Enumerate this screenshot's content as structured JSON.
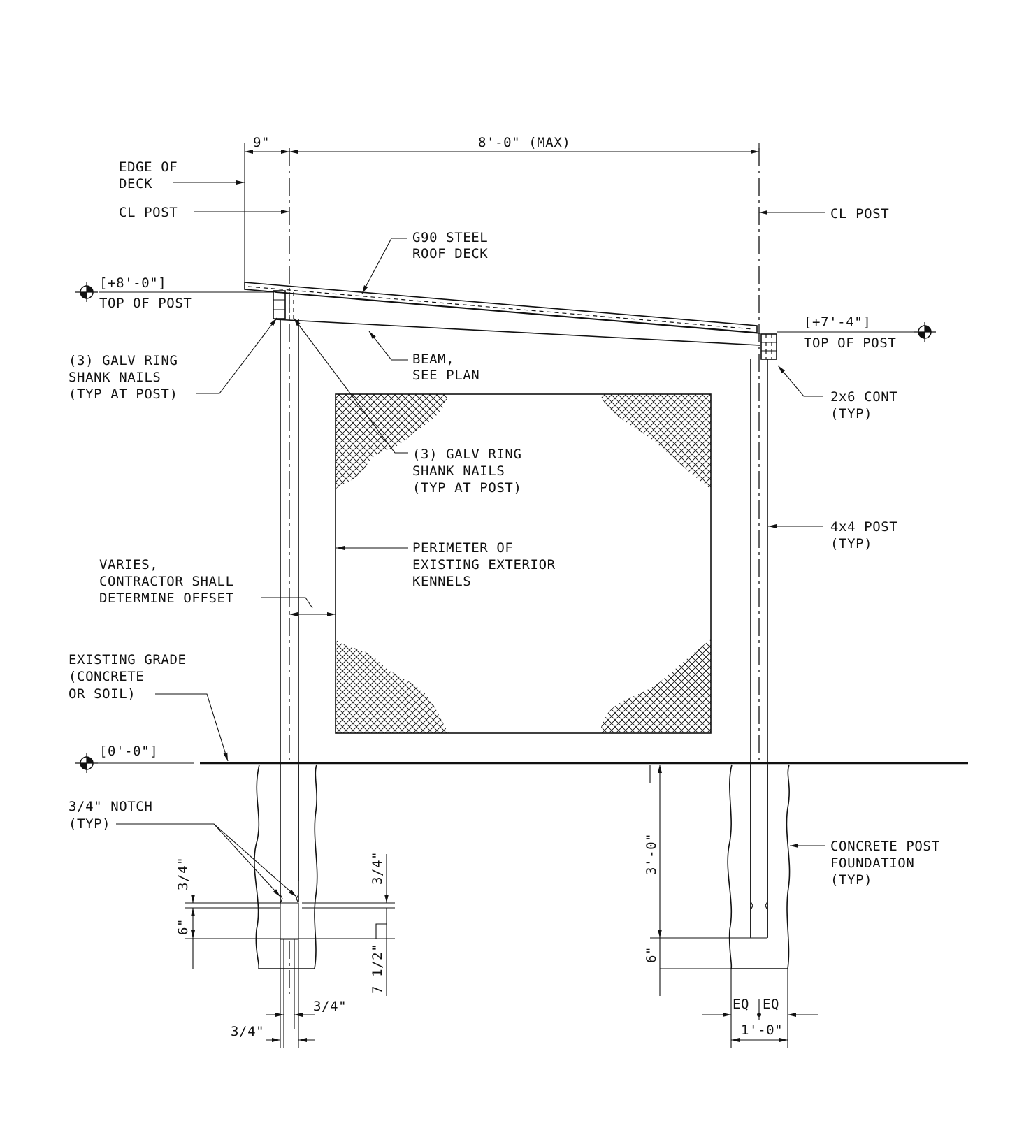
{
  "labels": {
    "dim_9": "9\"",
    "dim_8ft_max": "8'-0\" (MAX)",
    "edge_of_deck_1": "EDGE OF",
    "edge_of_deck_2": "DECK",
    "cl_post_left": "CL POST",
    "cl_post_right": "CL POST",
    "roof_deck_1": "G90 STEEL",
    "roof_deck_2": "ROOF DECK",
    "elev_top_left": "[+8'-0\"]",
    "top_of_post_left": "TOP OF POST",
    "elev_top_right": "[+7'-4\"]",
    "top_of_post_right": "TOP OF POST",
    "beam_1": "BEAM,",
    "beam_2": "SEE PLAN",
    "nails_left_1": "(3) GALV RING",
    "nails_left_2": "SHANK NAILS",
    "nails_left_3": "(TYP AT POST)",
    "cont_1": "2x6 CONT",
    "cont_2": "(TYP)",
    "nails_mid_1": "(3) GALV RING",
    "nails_mid_2": "SHANK NAILS",
    "nails_mid_3": "(TYP AT POST)",
    "post_1": "4x4 POST",
    "post_2": "(TYP)",
    "perimeter_1": "PERIMETER OF",
    "perimeter_2": "EXISTING EXTERIOR",
    "perimeter_3": "KENNELS",
    "varies_1": "VARIES,",
    "varies_2": "CONTRACTOR SHALL",
    "varies_3": "DETERMINE OFFSET",
    "grade_1": "EXISTING GRADE",
    "grade_2": "(CONCRETE",
    "grade_3": "OR SOIL)",
    "elev_grade": "[0'-0\"]",
    "notch_1": "3/4\" NOTCH",
    "notch_2": "(TYP)",
    "foundation_1": "CONCRETE POST",
    "foundation_2": "FOUNDATION",
    "foundation_3": "(TYP)",
    "dim_3ft": "3'-0\"",
    "dim_6_right": "6\"",
    "dim_eq_1": "EQ",
    "dim_eq_2": "EQ",
    "dim_1ft": "1'-0\"",
    "dim_34_v_left": "3/4\"",
    "dim_6_left": "6\"",
    "dim_34_v_right": "3/4\"",
    "dim_7_5": "7 1/2\"",
    "dim_34_h_upper": "3/4\"",
    "dim_34_h_lower": "3/4\""
  },
  "colors": {
    "ink": "#111111",
    "paper": "#ffffff"
  },
  "icons": {
    "datum_marker": "elevation-datum-icon"
  }
}
